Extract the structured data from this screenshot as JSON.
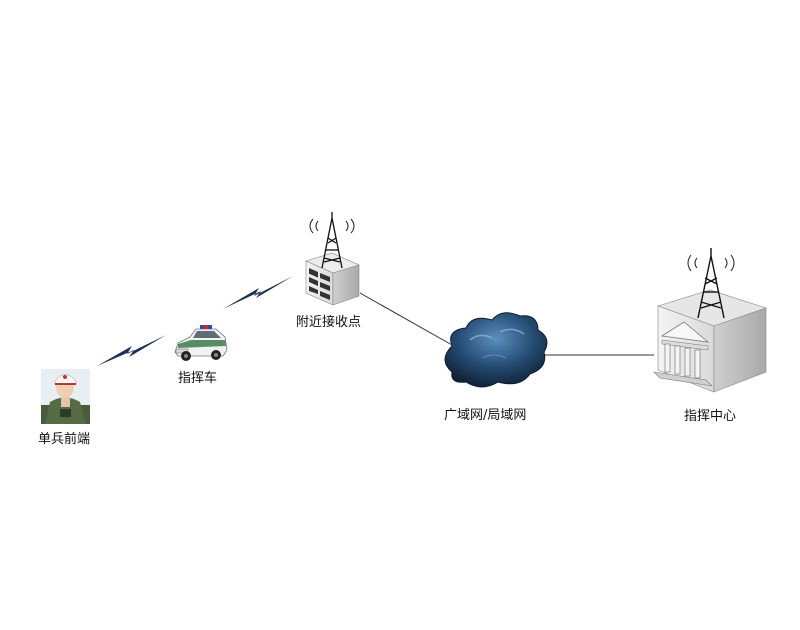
{
  "nodes": {
    "soldier": {
      "label": "单兵前端"
    },
    "vehicle": {
      "label": "指挥车"
    },
    "receiver": {
      "label": "附近接收点"
    },
    "network": {
      "label": "广域网/局域网"
    },
    "center": {
      "label": "指挥中心"
    }
  },
  "colors": {
    "line": "#333333",
    "lightning": "#1b2d57",
    "cloud": "#1d3a5c"
  }
}
